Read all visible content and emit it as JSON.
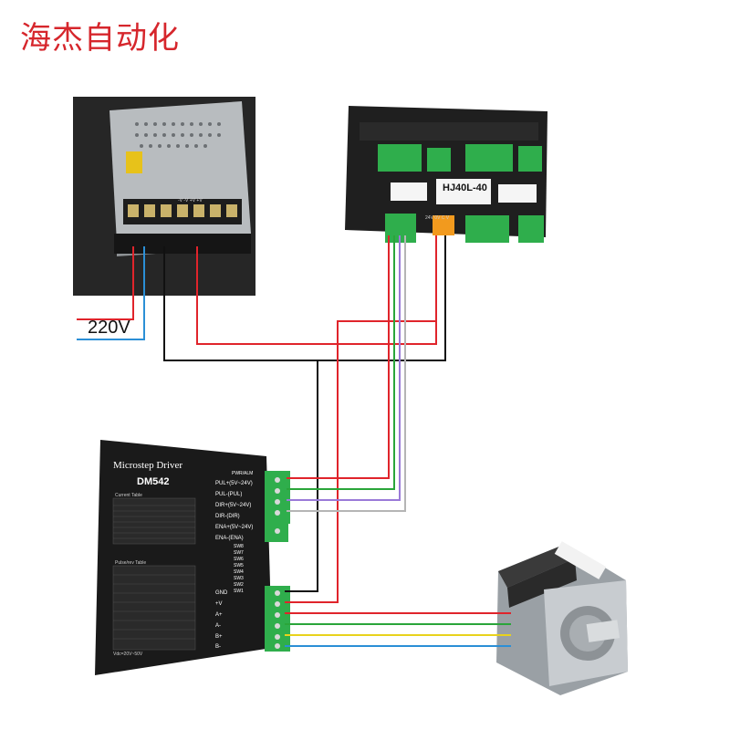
{
  "brand": {
    "text": "海杰自动化",
    "color": "#d6262c"
  },
  "power_supply": {
    "voltage_label": "220V",
    "terminal_labels": [
      "V+",
      "V+",
      "-V",
      "-V",
      "COM"
    ]
  },
  "controller": {
    "model": "HJ40L-40",
    "terminal_label": "24V 0V  C  V"
  },
  "driver": {
    "title": "Microstep Driver",
    "model": "DM542",
    "top_label": "PWR/ALM",
    "signal_pins": [
      "PUL+(5V~24V)",
      "PUL-(PUL)",
      "DIR+(5V~24V)",
      "DIR-(DIR)",
      "ENA+(5V~24V)",
      "ENA-(ENA)"
    ],
    "switch_labels": [
      "SW8",
      "SW7",
      "SW6",
      "SW5",
      "SW4",
      "SW3",
      "SW2",
      "SW1"
    ],
    "power_pins": [
      "GND",
      "+V",
      "A+",
      "A-",
      "B+",
      "B-"
    ],
    "footer": "Vdc=20V~50V",
    "current_table_title": "Current Table",
    "pulse_table_title": "Pulse/rev Table"
  },
  "wire_colors": {
    "red": "#e0242b",
    "black": "#111111",
    "blue": "#2b8fd6",
    "green": "#2aa53a",
    "yellow": "#e8d21c",
    "purple": "#9a7ad8",
    "gray": "#b5b5b5"
  }
}
